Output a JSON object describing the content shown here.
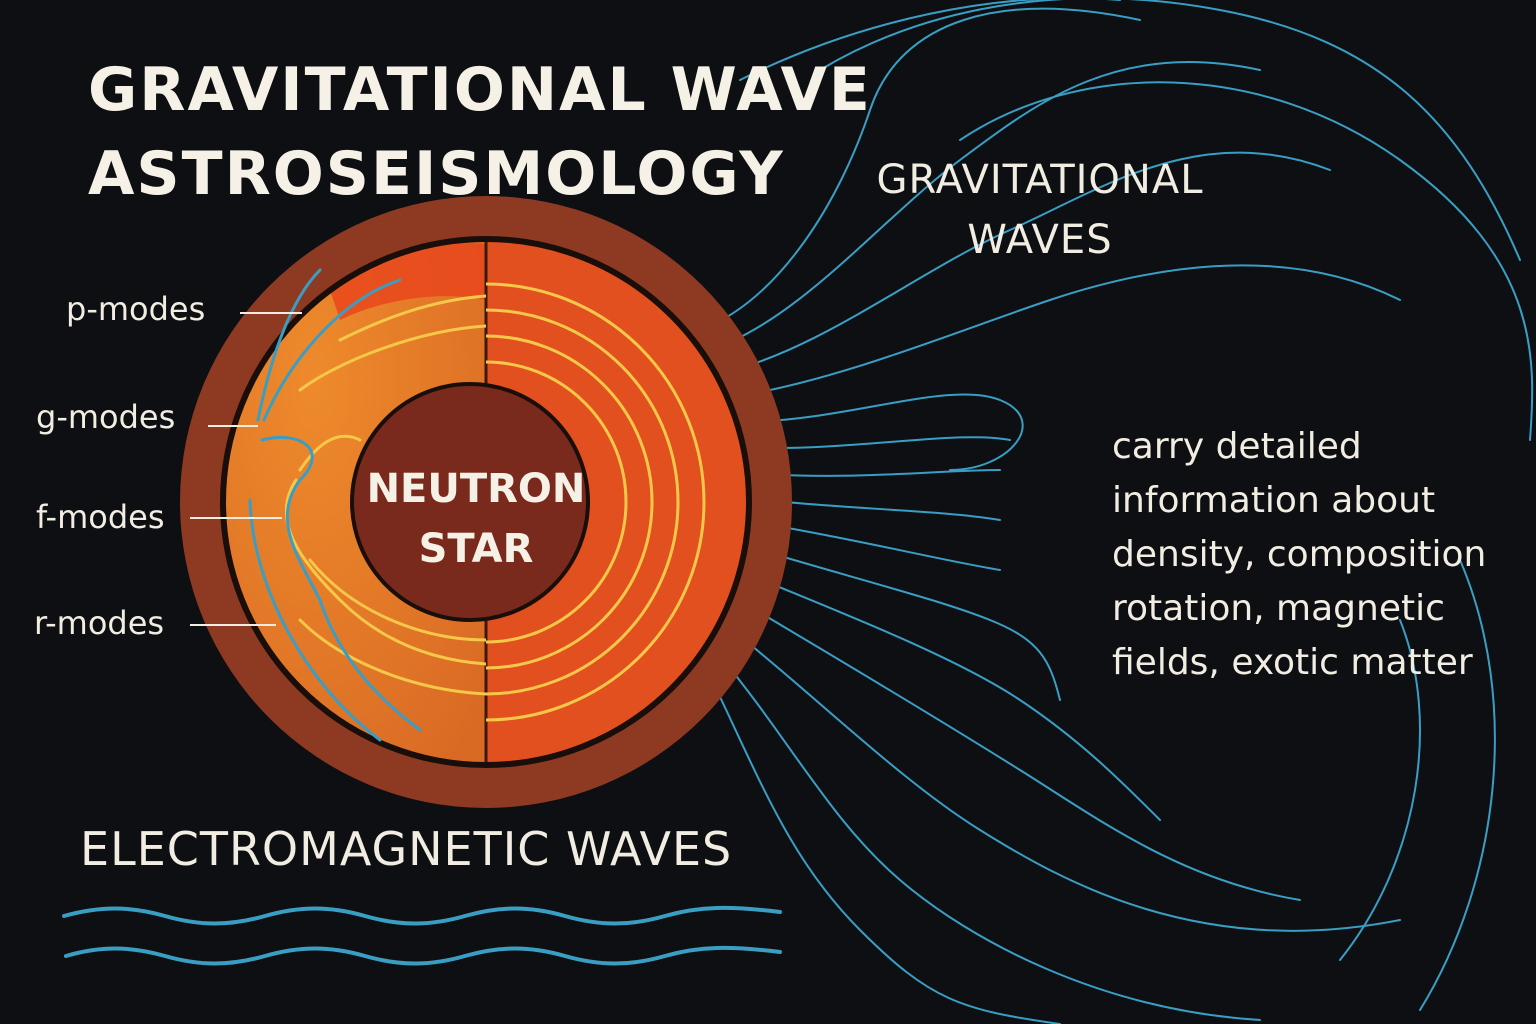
{
  "title": {
    "line1": "GRAVITATIONAL WAVE",
    "line2": "ASTROSEISMOLOGY"
  },
  "gravitational_waves_label": {
    "line1": "GRAVITATIONAL",
    "line2": "WAVES"
  },
  "star": {
    "label_line1": "NEUTRON",
    "label_line2": "STAR"
  },
  "modes": [
    {
      "label": "p-modes"
    },
    {
      "label": "g-modes"
    },
    {
      "label": "f-modes"
    },
    {
      "label": "r-modes"
    }
  ],
  "info": {
    "line1": "carry detailed",
    "line2": "information about",
    "line3": "density, composition",
    "line4": "rotation, magnetic",
    "line5": "fields, exotic matter"
  },
  "electromagnetic_label": "ELECTROMAGNETIC WAVES",
  "colors": {
    "background": "#0e0f12",
    "crust": "#8e3a22",
    "mantle_left": "#e0782a",
    "mantle_right": "#e2501f",
    "core": "#7a2a1c",
    "mode_lines": "#f6c84a",
    "wave_lines": "#3a9ec4",
    "text": "#f2ede2"
  }
}
